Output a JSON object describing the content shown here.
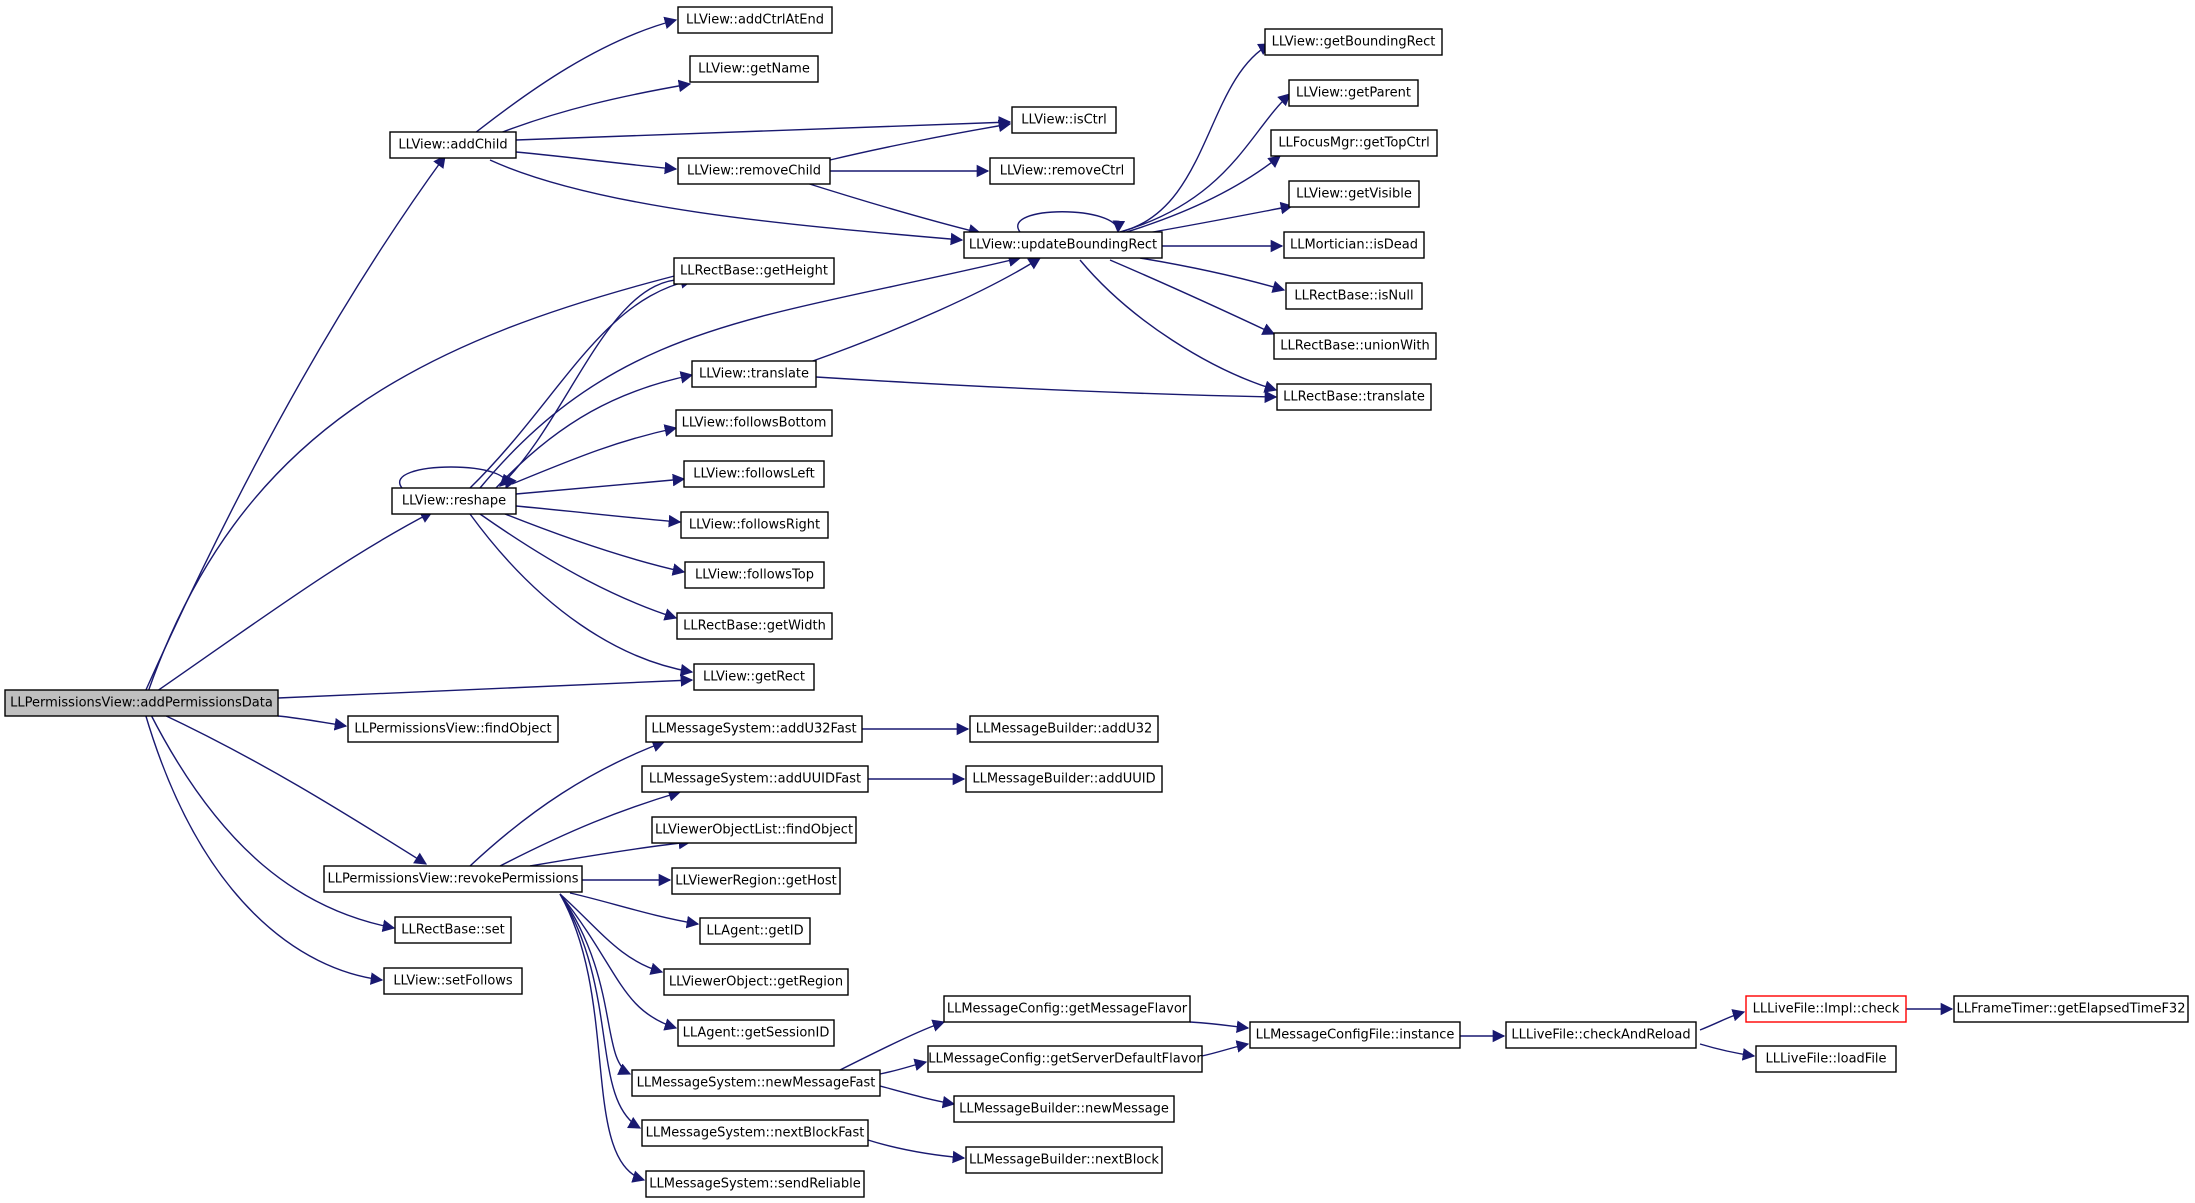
{
  "colors": {
    "edge": "#191970",
    "root_fill": "#bfbfbf",
    "node_border": "#000000",
    "highlight_border": "#ff0000"
  },
  "nodes": {
    "root": "LLPermissionsView::addPermissionsData",
    "addChild": "LLView::addChild",
    "addCtrlAtEnd": "LLView::addCtrlAtEnd",
    "getName": "LLView::getName",
    "isCtrl": "LLView::isCtrl",
    "removeChild": "LLView::removeChild",
    "removeCtrl": "LLView::removeCtrl",
    "updateBoundingRect": "LLView::updateBoundingRect",
    "getBoundingRect": "LLView::getBoundingRect",
    "getParent": "LLView::getParent",
    "getTopCtrl": "LLFocusMgr::getTopCtrl",
    "getVisible": "LLView::getVisible",
    "isDead": "LLMortician::isDead",
    "isNull": "LLRectBase::isNull",
    "unionWith": "LLRectBase::unionWith",
    "rectTranslate": "LLRectBase::translate",
    "getHeight": "LLRectBase::getHeight",
    "viewTranslate": "LLView::translate",
    "followsBottom": "LLView::followsBottom",
    "followsLeft": "LLView::followsLeft",
    "followsRight": "LLView::followsRight",
    "followsTop": "LLView::followsTop",
    "getWidth": "LLRectBase::getWidth",
    "getRect": "LLView::getRect",
    "reshape": "LLView::reshape",
    "findObjectPV": "LLPermissionsView::findObject",
    "revokePermissions": "LLPermissionsView::revokePermissions",
    "rectSet": "LLRectBase::set",
    "setFollows": "LLView::setFollows",
    "addU32Fast": "LLMessageSystem::addU32Fast",
    "addU32": "LLMessageBuilder::addU32",
    "addUUIDFast": "LLMessageSystem::addUUIDFast",
    "addUUID": "LLMessageBuilder::addUUID",
    "vol_findObject": "LLViewerObjectList::findObject",
    "getHost": "LLViewerRegion::getHost",
    "getID": "LLAgent::getID",
    "getRegion": "LLViewerObject::getRegion",
    "getSessionID": "LLAgent::getSessionID",
    "getMessageFlavor": "LLMessageConfig::getMessageFlavor",
    "getServerDefaultFlavor": "LLMessageConfig::getServerDefaultFlavor",
    "configInstance": "LLMessageConfigFile::instance",
    "checkAndReload": "LLLiveFile::checkAndReload",
    "implCheck": "LLLiveFile::Impl::check",
    "getElapsed": "LLFrameTimer::getElapsedTimeF32",
    "loadFile": "LLLiveFile::loadFile",
    "newMessageFast": "LLMessageSystem::newMessageFast",
    "newMessage": "LLMessageBuilder::newMessage",
    "nextBlockFast": "LLMessageSystem::nextBlockFast",
    "nextBlock": "LLMessageBuilder::nextBlock",
    "sendReliable": "LLMessageSystem::sendReliable"
  }
}
